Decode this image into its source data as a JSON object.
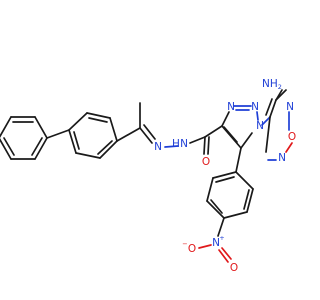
{
  "molecule": {
    "atoms": {
      "imine_n": "N",
      "nh": "N",
      "nh_h": "H",
      "carbonyl_o": "O",
      "triazole_n3": "N",
      "triazole_n2": "N",
      "triazole_n1": "N",
      "furazan_n_top": "N",
      "furazan_o": "O",
      "furazan_n_bottom": "N",
      "amine_n": "NH",
      "amine_sub": "2",
      "nitro_n": "N",
      "nitro_n_charge": "+",
      "nitro_o_left": "O",
      "nitro_o_left_charge": "−",
      "nitro_o_right": "O"
    },
    "colors": {
      "carbon": "#1a1a1a",
      "nitrogen": "#1f3fd6",
      "oxygen": "#e0191b",
      "background": "#ffffff"
    }
  }
}
